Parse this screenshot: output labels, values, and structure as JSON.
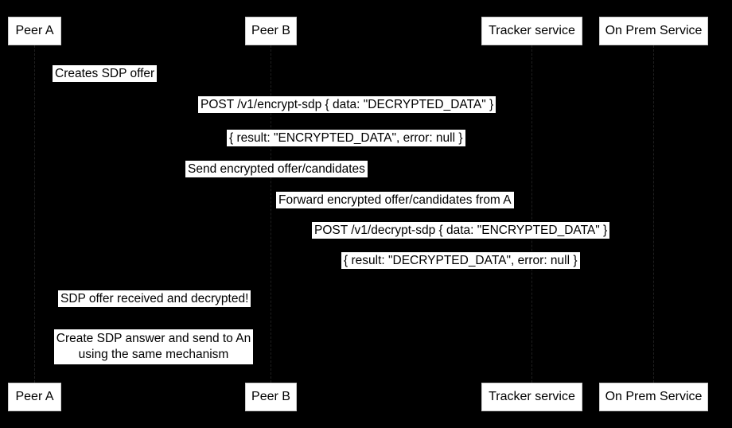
{
  "colors": {
    "background": "#000000",
    "box_fill": "#ffffff",
    "box_border": "#cccccc",
    "text": "#000000"
  },
  "participants": [
    {
      "label": "Peer A"
    },
    {
      "label": "Peer B"
    },
    {
      "label": "Tracker service"
    },
    {
      "label": "On Prem Service"
    }
  ],
  "messages": [
    {
      "text": "Creates SDP offer"
    },
    {
      "text": "POST /v1/encrypt-sdp { data: \"DECRYPTED_DATA\" }"
    },
    {
      "text": "{ result: \"ENCRYPTED_DATA\", error: null }"
    },
    {
      "text": "Send encrypted offer/candidates"
    },
    {
      "text": "Forward encrypted offer/candidates from A"
    },
    {
      "text": "POST /v1/decrypt-sdp { data: \"ENCRYPTED_DATA\" }"
    },
    {
      "text": "{ result: \"DECRYPTED_DATA\", error: null }"
    },
    {
      "text": "SDP offer received and decrypted!"
    }
  ],
  "note": {
    "line1": "Create SDP answer and send to An",
    "line2": "using the same mechanism"
  }
}
